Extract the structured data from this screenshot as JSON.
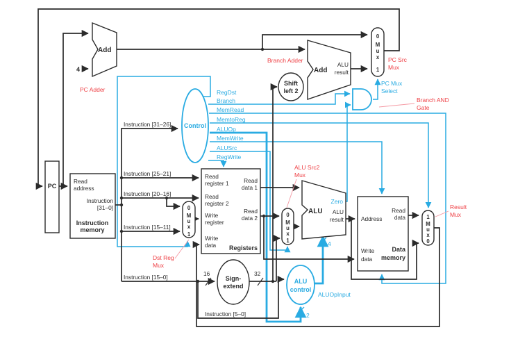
{
  "pc": {
    "label": "PC"
  },
  "pc_adder": {
    "label": "Add",
    "name": "PC Adder",
    "increment": "4"
  },
  "branch_adder": {
    "label": "Add",
    "result_l1": "ALU",
    "result_l2": "result",
    "name": "Branch Adder"
  },
  "shift_left": {
    "l1": "Shift",
    "l2": "left 2"
  },
  "instruction_memory": {
    "read_address_l1": "Read",
    "read_address_l2": "address",
    "output_l1": "Instruction",
    "output_l2": "[31–0]",
    "name_l1": "Instruction",
    "name_l2": "memory"
  },
  "control": {
    "label": "Control",
    "input": "Instruction [31–26]",
    "signals": [
      "RegDst",
      "Branch",
      "MemRead",
      "MemtoReg",
      "ALUOp",
      "MemWrite",
      "ALUSrc",
      "RegWrite"
    ]
  },
  "instruction_fields": {
    "f25_21": "Instruction [25–21]",
    "f20_16": "Instruction [20–16]",
    "f15_11": "Instruction [15–11]",
    "f15_0": "Instruction [15–0]",
    "f5_0": "Instruction [5–0]"
  },
  "registers": {
    "read_reg1_l1": "Read",
    "read_reg1_l2": "register 1",
    "read_reg2_l1": "Read",
    "read_reg2_l2": "register 2",
    "write_reg_l1": "Write",
    "write_reg_l2": "register",
    "write_data_l1": "Write",
    "write_data_l2": "data",
    "read_data1_l1": "Read",
    "read_data1_l2": "data 1",
    "read_data2_l1": "Read",
    "read_data2_l2": "data 2",
    "name": "Registers"
  },
  "sign_extend": {
    "l1": "Sign-",
    "l2": "extend",
    "input_width": "16",
    "output_width": "32"
  },
  "alu": {
    "label": "ALU",
    "zero": "Zero",
    "result_l1": "ALU",
    "result_l2": "result"
  },
  "alu_control": {
    "l1": "ALU",
    "l2": "control",
    "input_label": "ALUOpInput",
    "input_width": "2",
    "output_width": "4"
  },
  "data_memory": {
    "address": "Address",
    "read_data_l1": "Read",
    "read_data_l2": "data",
    "write_data_l1": "Write",
    "write_data_l2": "data",
    "name_l1": "Data",
    "name_l2": "memory"
  },
  "muxes": {
    "word": [
      "M",
      "u",
      "x"
    ],
    "pc_src": {
      "in0": "0",
      "in1": "1",
      "name_l1": "PC Src",
      "name_l2": "Mux",
      "select_l1": "PC Mux",
      "select_l2": "Select"
    },
    "dst_reg": {
      "in0": "0",
      "in1": "1",
      "name_l1": "Dst Reg",
      "name_l2": "Mux"
    },
    "alu_src2": {
      "in0": "0",
      "in1": "1",
      "name_l1": "ALU Src2",
      "name_l2": "Mux"
    },
    "result": {
      "in1": "1",
      "in0": "0",
      "name_l1": "Result",
      "name_l2": "Mux"
    }
  },
  "and_gate": {
    "name_l1": "Branch AND",
    "name_l2": "Gate"
  },
  "colors": {
    "cyan": "#29abe2",
    "red": "#ee3e43",
    "black": "#2b2b2b"
  }
}
